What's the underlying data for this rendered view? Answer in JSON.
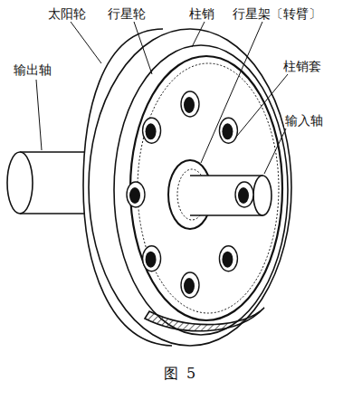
{
  "diagram": {
    "caption": "图 5",
    "labels": [
      "太阳轮",
      "行星轮",
      "柱销",
      "行星架〔转臂〕",
      "柱销套",
      "输入轴",
      "输出轴"
    ]
  }
}
